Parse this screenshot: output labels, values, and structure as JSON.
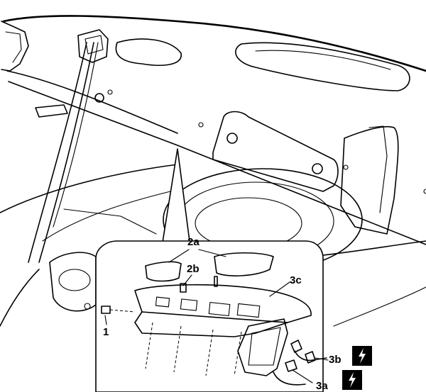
{
  "callouts": {
    "c1": "1",
    "c2a": "2a",
    "c2b": "2b",
    "c3a": "3a",
    "c3b": "3b",
    "c3c": "3c"
  },
  "icons": {
    "warning_badge": "electrical-hazard-icon"
  },
  "colors": {
    "line": "#000000",
    "background": "#ffffff"
  }
}
